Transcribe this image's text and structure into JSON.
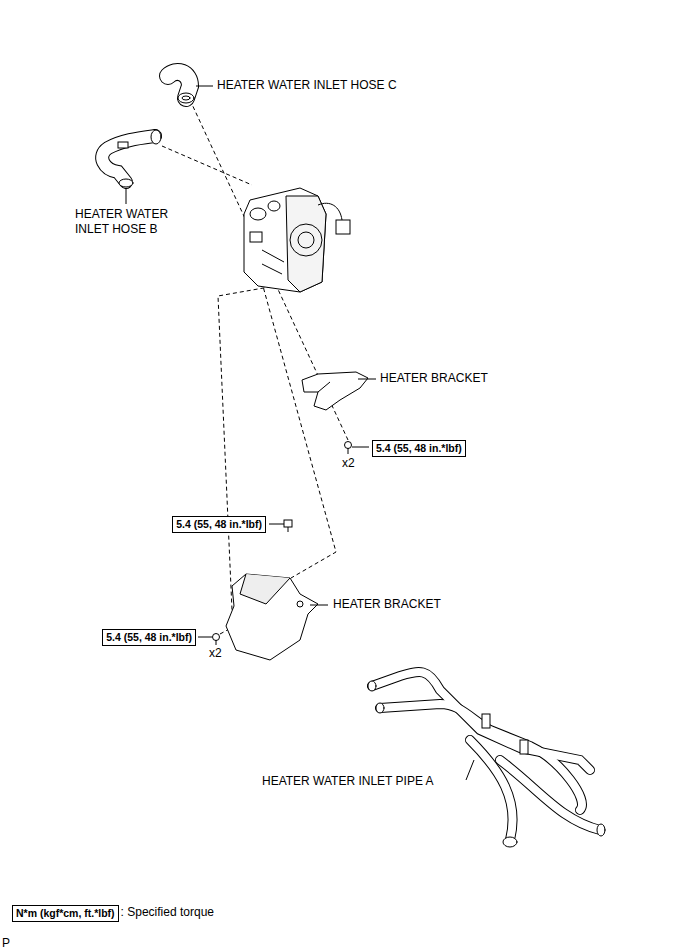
{
  "diagram": {
    "nodes": [
      {
        "text": [
          "5.4 (55, 48 in.*lbf)"
        ]
      },
      {
        "text": [
          "5.4 (55, 48 in.*lbf)"
        ]
      },
      {
        "text": [
          "5.4 (55, 48 in.*lbf)"
        ]
      },
      {
        "text": [
          "N*m (kgf*cm, ft.*lbf)"
        ]
      }
    ],
    "edges": [],
    "labels": [
      "HEATER WATER INLET HOSE C",
      "HEATER WATER INLET HOSE B",
      "HEATER BRACKET",
      "x2",
      "x2",
      "HEATER BRACKET",
      "HEATER WATER INLET PIPE A",
      ": Specified torque",
      "P"
    ]
  }
}
